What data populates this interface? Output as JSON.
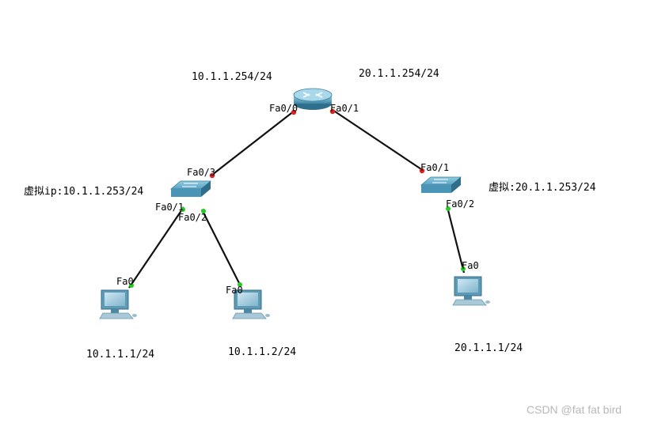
{
  "router": {
    "left_ip": "10.1.1.254/24",
    "right_ip": "20.1.1.254/24",
    "port_left": "Fa0/0",
    "port_right": "Fa0/1"
  },
  "switch_left": {
    "virtual_ip": "虚拟ip:10.1.1.253/24",
    "port_up": "Fa0/3",
    "port_down_left": "Fa0/1",
    "port_down_right": "Fa0/2"
  },
  "switch_right": {
    "virtual_ip": "虚拟:20.1.1.253/24",
    "port_up": "Fa0/1",
    "port_down": "Fa0/2"
  },
  "pcs": [
    {
      "port": "Fa0",
      "ip": "10.1.1.1/24"
    },
    {
      "port": "Fa0",
      "ip": "10.1.1.2/24"
    },
    {
      "port": "Fa0",
      "ip": "20.1.1.1/24"
    }
  ],
  "watermark": "CSDN @fat fat bird",
  "colors": {
    "link": "#111111",
    "down_port": "#e02020",
    "up_port": "#22cc22",
    "device": "#3d88a8"
  }
}
